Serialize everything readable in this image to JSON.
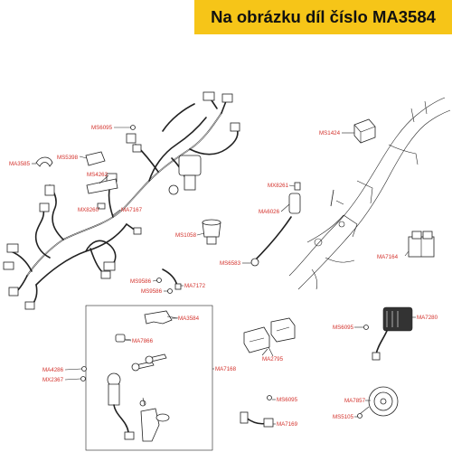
{
  "banner": {
    "text": "Na obrázku díl číslo MA3584",
    "color": "#f6c518"
  },
  "colors": {
    "label": "#d3312b",
    "lines": "#222222"
  },
  "labels": {
    "ms6095_top": "MS6095",
    "ma3585": "MA3585",
    "ms5398": "MS5398",
    "ms4262": "MS4262",
    "mx8260": "MX8260",
    "ma7167": "MA7167",
    "ms1424": "MS1424",
    "mx8261": "MX8261",
    "ma6026": "MA6026",
    "ms1058": "MS1058",
    "ms6583": "MS6583",
    "ma7164": "MA7164",
    "ms9586_a": "MS9586",
    "ms9586_b": "MS9586",
    "ma7172": "MA7172",
    "ma3584": "MA3584",
    "ma7866": "MA7866",
    "ma2795": "MA2795",
    "ms6095_right": "MS6095",
    "ma7280": "MA7280",
    "ma4286": "MA4286",
    "mx2367": "MX2367",
    "ma7168": "MA7168",
    "ms6095_bottom": "MS6095",
    "ma7857": "MA7857",
    "ms5105": "MS5105",
    "ma7169": "MA7169"
  }
}
